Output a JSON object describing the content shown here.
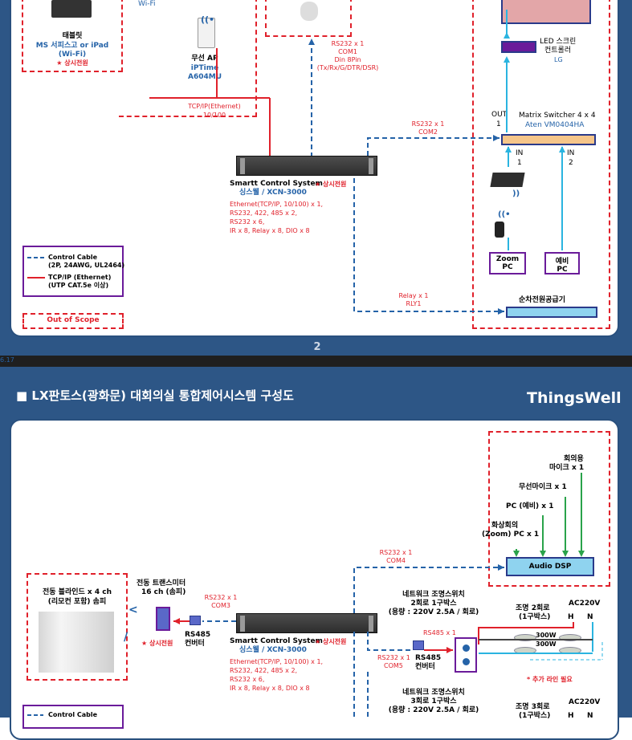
{
  "slide2": {
    "page_number": "2",
    "tablet": {
      "line1": "태블릿",
      "line2": "MS 서피스고 or iPad",
      "line3": "(Wi-Fi)",
      "power": "★ 상시전원"
    },
    "wifi_label": "Wi-Fi",
    "ap": {
      "name": "무선 AP",
      "model1": "iPTime",
      "model2": "A604MU"
    },
    "camera_rs232": {
      "l1": "RS232 x 1",
      "l2": "COM1",
      "l3": "Din 8Pin",
      "l4": "(Tx/Rx/G/DTR/DSR)"
    },
    "tcpip": {
      "l1": "TCP/IP(Ethernet)",
      "l2": "10/100"
    },
    "led_controller": {
      "l1": "LED 스크린",
      "l2": "컨트롤러",
      "l3": "LG"
    },
    "matrix": {
      "out": "OUT",
      "out_n": "1",
      "name": "Matrix Switcher 4 x 4",
      "model": "Aten VM0404HA",
      "in1": "IN",
      "in1_n": "1",
      "in2": "IN",
      "in2_n": "2"
    },
    "rs232_com2": {
      "l1": "RS232 x 1",
      "l2": "COM2"
    },
    "controller": {
      "name": "Smartt Control System",
      "power": "★ 상시전원",
      "model": "싱스웰 / XCN-3000",
      "spec1": "Ethernet(TCP/IP, 10/100)  x 1,",
      "spec2": "RS232, 422, 485 x 2,",
      "spec3": "RS232 x 6,",
      "spec4": "IR x 8, Relay x 8, DIO x 8"
    },
    "zoom_pc": {
      "l1": "Zoom",
      "l2": "PC"
    },
    "spare_pc": {
      "l1": "예비",
      "l2": "PC"
    },
    "legend": {
      "control": "Control Cable",
      "control_spec": "(2P, 24AWG, UL2464)",
      "tcp": "TCP/IP (Ethernet)",
      "tcp_spec": "(UTP CAT.5e 이상)",
      "oos": "Out of Scope"
    },
    "relay": {
      "l1": "Relay x 1",
      "l2": "RLY1"
    },
    "sequencer": "순차전원공급기"
  },
  "slide3": {
    "page_ref": "6.17",
    "title": "■  LX판토스(광화문) 대회의실 통합제어시스템 구성도",
    "brand": "ThingsWell",
    "mic_conf": {
      "l1": "회의용",
      "l2": "마이크 x 1"
    },
    "mic_wireless": "무선마이크 x 1",
    "pc_spare": "PC (예비) x 1",
    "pc_zoom": {
      "l1": "화상회의",
      "l2": "(Zoom) PC x 1"
    },
    "audio_dsp": "Audio DSP",
    "rs232_com4": {
      "l1": "RS232 x 1",
      "l2": "COM4"
    },
    "blind": {
      "l1": "전동 블라인드 x 4 ch",
      "l2": "(리모컨 포함) 솜피"
    },
    "transmitter": {
      "l1": "전동 트랜스미터",
      "l2": "16 ch (솜피)"
    },
    "rs232_com3": {
      "l1": "RS232 x 1",
      "l2": "COM3"
    },
    "rs485_conv": {
      "l1": "RS485",
      "l2": "컨버터"
    },
    "power_tx": "★ 상시전원",
    "controller": {
      "name": "Smartt Control System",
      "power": "★ 상시전원",
      "model": "싱스웰 / XCN-3000",
      "spec1": "Ethernet(TCP/IP, 10/100)  x 1,",
      "spec2": "RS232, 422, 485 x 2,",
      "spec3": "RS232 x 6,",
      "spec4": "IR x 8, Relay x 8, DIO x 8"
    },
    "net_switch1": {
      "l1": "네트워크 조명스위치",
      "l2": "2회로  1구박스",
      "l3": "(용량 : 220V 2.5A / 회로)"
    },
    "rs485_x1": "RS485 x 1",
    "rs232_com5": {
      "l1": "RS232 x 1",
      "l2": "COM5"
    },
    "rs485_conv2": {
      "l1": "RS485",
      "l2": "컨버터"
    },
    "light2": {
      "l1": "조명 2회로",
      "l2": "(1구박스)"
    },
    "ac220": "AC220V",
    "hn": {
      "h": "H",
      "n": "N"
    },
    "watt1": "300W",
    "watt2": "300W",
    "add_line": "* 추가 라인 필요",
    "net_switch2": {
      "l1": "네트워크 조명스위치",
      "l2": "3회로  1구박스",
      "l3": "(용량 : 220V 2.5A / 회로)"
    },
    "light3": {
      "l1": "조명 3회로",
      "l2": "(1구박스)"
    },
    "ac220_2": "AC220V",
    "hn2": {
      "h": "H",
      "n": "N"
    },
    "legend_control": "Control Cable"
  },
  "colors": {
    "red": "#e0212b",
    "blue": "#2563a8",
    "navy": "#29507e",
    "purple": "#6a1b9a",
    "cyan": "#2ab4e0",
    "green": "#2aa34a"
  }
}
